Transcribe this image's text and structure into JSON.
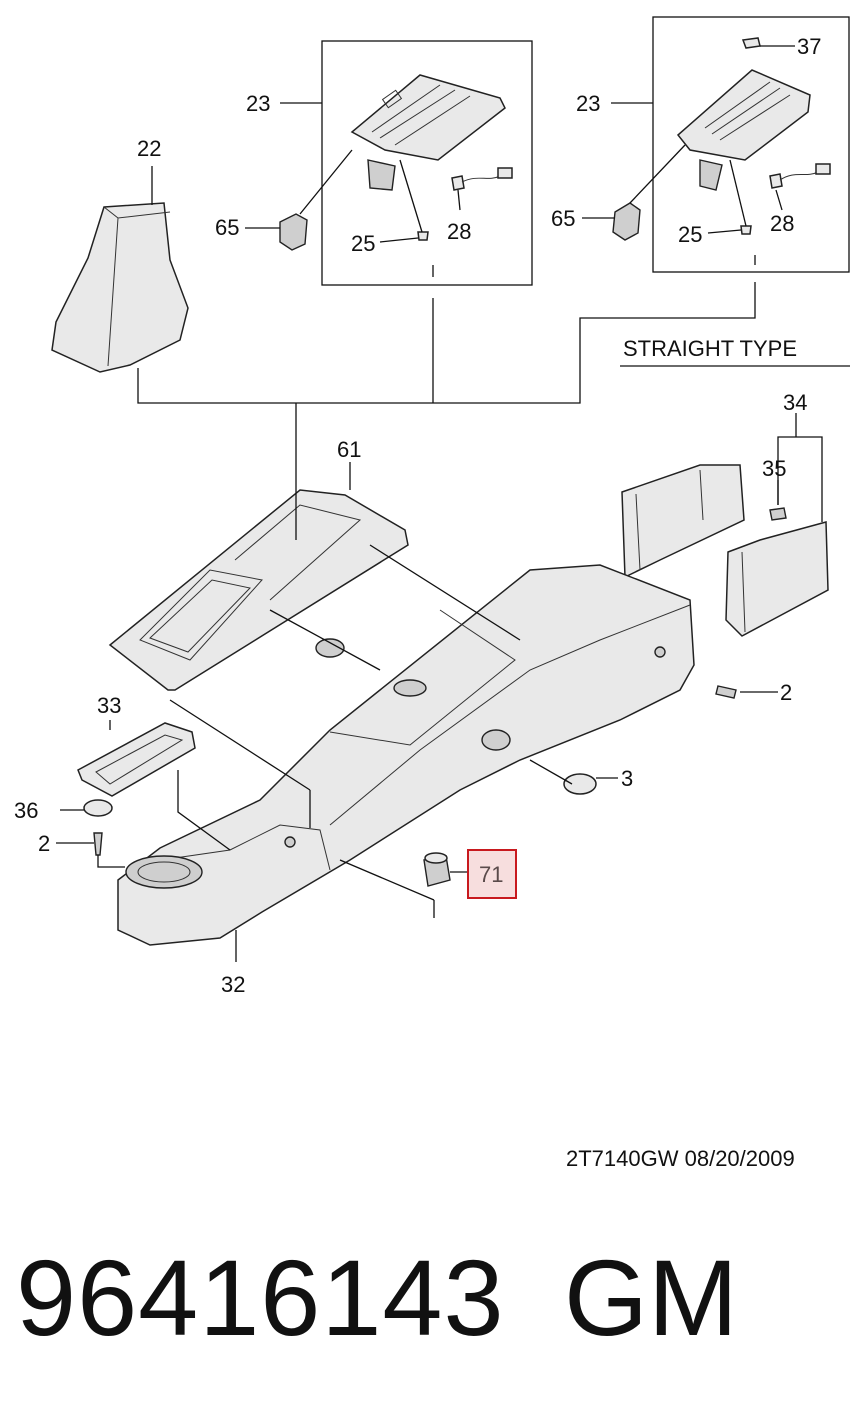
{
  "callouts": {
    "c22": "22",
    "c23a": "23",
    "c23b": "23",
    "c37": "37",
    "c65a": "65",
    "c65b": "65",
    "c25a": "25",
    "c25b": "25",
    "c28a": "28",
    "c28b": "28",
    "c61": "61",
    "c34": "34",
    "c35": "35",
    "c2a": "2",
    "c2b": "2",
    "c3": "3",
    "c33": "33",
    "c36": "36",
    "c71": "71",
    "c32": "32"
  },
  "straight_type_label": "STRAIGHT TYPE",
  "drawing_code": "2T7140GW  08/20/2009",
  "part_number": "96416143",
  "maker": "GM",
  "highlight_color": "#c8191e"
}
